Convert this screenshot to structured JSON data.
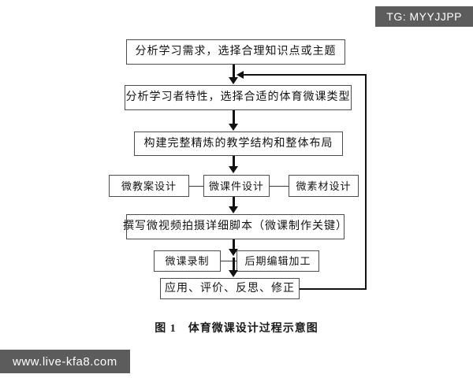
{
  "figure": {
    "caption": "图 1　体育微课设计过程示意图",
    "background_color": "#ffffff",
    "line_color": "#111111",
    "box_border_color": "#4d4d4d"
  },
  "nodes": {
    "needs": "分析学习需求，选择合理知识点或主题",
    "learner": "分析学习者特性，选择合适的体育微课类型",
    "structure": "构建完整精炼的教学结构和整体布局",
    "lesson_plan": "微教案设计",
    "courseware": "微课件设计",
    "material": "微素材设计",
    "script": "撰写微视频拍摄详细脚本（微课制作关键）",
    "record": "微课录制",
    "edit": "后期编辑加工",
    "apply": "应用、评价、反思、修正"
  },
  "flow_order": [
    "needs",
    "learner",
    "structure",
    "courseware",
    "script",
    "record",
    "apply"
  ],
  "feedback_loop": {
    "from": "apply",
    "to": "learner",
    "direction": "right-up-left",
    "arrow": "left"
  },
  "overlays": {
    "tg_tag": "TG: MYYJJPP",
    "watermark": "www.live-kfa8.com",
    "tag_background": "#5c5c5c",
    "tag_text_color": "#ffffff"
  }
}
